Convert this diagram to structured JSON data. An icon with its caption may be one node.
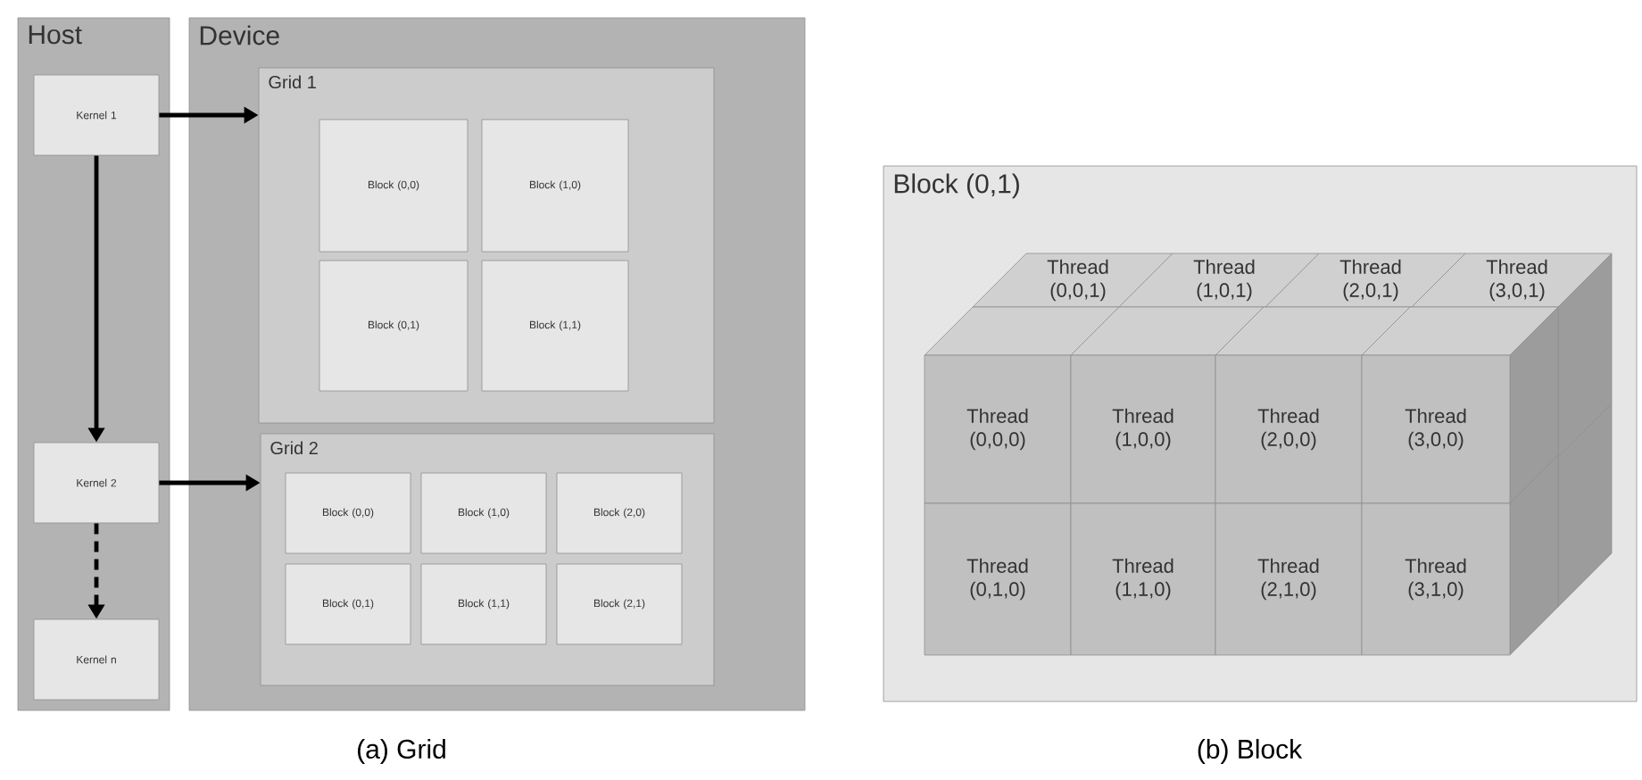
{
  "diagram": {
    "nodes": [
      {
        "text": [
          "Host"
        ]
      },
      {
        "text": [
          "Kernel 1"
        ],
        "in": 0
      },
      {
        "text": [
          "Kernel 2"
        ],
        "in": 0
      },
      {
        "text": [
          "Kernel n"
        ],
        "in": 0
      },
      {
        "text": [
          "Device"
        ]
      },
      {
        "text": [
          "Grid 1"
        ],
        "in": 4
      },
      {
        "text": [
          "Block (0,0)"
        ],
        "in": 5
      },
      {
        "text": [
          "Block (1,0)"
        ],
        "in": 5
      },
      {
        "text": [
          "Block (0,1)"
        ],
        "in": 5
      },
      {
        "text": [
          "Block (1,1)"
        ],
        "in": 5
      },
      {
        "text": [
          "Grid 2"
        ],
        "in": 4
      },
      {
        "text": [
          "Block (0,0)"
        ],
        "in": 10
      },
      {
        "text": [
          "Block (1,0)"
        ],
        "in": 10
      },
      {
        "text": [
          "Block (2,0)"
        ],
        "in": 10
      },
      {
        "text": [
          "Block (0,1)"
        ],
        "in": 10
      },
      {
        "text": [
          "Block (1,1)"
        ],
        "in": 10
      },
      {
        "text": [
          "Block (2,1)"
        ],
        "in": 10
      },
      {
        "text": [
          "Block (0,1)"
        ]
      },
      {
        "text": [
          "Thread (0,0,1)"
        ],
        "in": 17
      },
      {
        "text": [
          "Thread (1,0,1)"
        ],
        "in": 17
      },
      {
        "text": [
          "Thread (2,0,1)"
        ],
        "in": 17
      },
      {
        "text": [
          "Thread (3,0,1)"
        ],
        "in": 17
      },
      {
        "text": [
          "Thread (0,0,0)"
        ],
        "in": 17
      },
      {
        "text": [
          "Thread (1,0,0)"
        ],
        "in": 17
      },
      {
        "text": [
          "Thread (2,0,0)"
        ],
        "in": 17
      },
      {
        "text": [
          "Thread (3,0,0)"
        ],
        "in": 17
      },
      {
        "text": [
          "Thread (0,1,0)"
        ],
        "in": 17
      },
      {
        "text": [
          "Thread (1,1,0)"
        ],
        "in": 17
      },
      {
        "text": [
          "Thread (2,1,0)"
        ],
        "in": 17
      },
      {
        "text": [
          "Thread (3,1,0)"
        ],
        "in": 17
      }
    ],
    "edges": [
      {
        "from": 1,
        "to": 5,
        "arrow": "to"
      },
      {
        "from": 1,
        "to": 2,
        "arrow": "to"
      },
      {
        "from": 2,
        "to": 10,
        "arrow": "to"
      },
      {
        "from": 2,
        "to": 3,
        "arrow": "to",
        "style": "dashed"
      }
    ],
    "labels": [
      "(a) Grid",
      "(b) Block"
    ]
  }
}
